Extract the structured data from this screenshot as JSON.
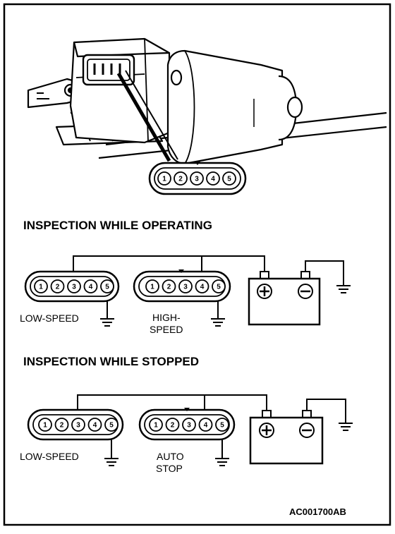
{
  "connector_pins": [
    "1",
    "2",
    "3",
    "4",
    "5"
  ],
  "section_operating": {
    "heading": "INSPECTION WHILE OPERATING",
    "low_label": "LOW-SPEED",
    "high_label_line1": "HIGH-",
    "high_label_line2": "SPEED"
  },
  "section_stopped": {
    "heading": "INSPECTION WHILE STOPPED",
    "low_label": "LOW-SPEED",
    "auto_label_line1": "AUTO",
    "auto_label_line2": "STOP"
  },
  "figure_code": "AC001700AB",
  "icons": {
    "battery": "battery-icon",
    "ground": "ground-icon",
    "motor": "wiper-motor-illustration"
  }
}
